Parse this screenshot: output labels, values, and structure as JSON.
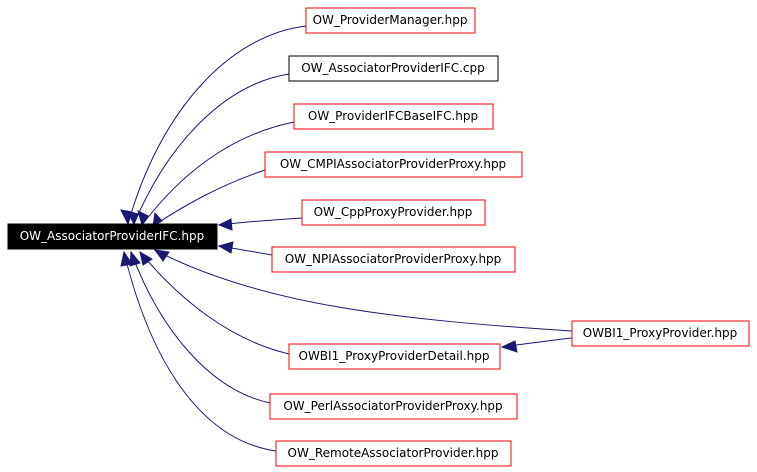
{
  "colors": {
    "edge": "#191970",
    "node_border": "#ff0000",
    "root_fill": "#000000",
    "root_text": "#ffffff"
  },
  "root": {
    "label": "OW_AssociatorProviderIFC.hpp"
  },
  "nodes": [
    {
      "label": "OW_ProviderManager.hpp"
    },
    {
      "label": "OW_AssociatorProviderIFC.cpp"
    },
    {
      "label": "OW_ProviderIFCBaseIFC.hpp"
    },
    {
      "label": "OW_CMPIAssociatorProviderProxy.hpp"
    },
    {
      "label": "OW_CppProxyProvider.hpp"
    },
    {
      "label": "OW_NPIAssociatorProviderProxy.hpp"
    },
    {
      "label": "OWBI1_ProxyProvider.hpp"
    },
    {
      "label": "OWBI1_ProxyProviderDetail.hpp"
    },
    {
      "label": "OW_PerlAssociatorProviderProxy.hpp"
    },
    {
      "label": "OW_RemoteAssociatorProvider.hpp"
    }
  ],
  "edges": [
    {
      "from": "OW_ProviderManager.hpp",
      "to": "OW_AssociatorProviderIFC.hpp"
    },
    {
      "from": "OW_AssociatorProviderIFC.cpp",
      "to": "OW_AssociatorProviderIFC.hpp"
    },
    {
      "from": "OW_ProviderIFCBaseIFC.hpp",
      "to": "OW_AssociatorProviderIFC.hpp"
    },
    {
      "from": "OW_CMPIAssociatorProviderProxy.hpp",
      "to": "OW_AssociatorProviderIFC.hpp"
    },
    {
      "from": "OW_CppProxyProvider.hpp",
      "to": "OW_AssociatorProviderIFC.hpp"
    },
    {
      "from": "OW_NPIAssociatorProviderProxy.hpp",
      "to": "OW_AssociatorProviderIFC.hpp"
    },
    {
      "from": "OWBI1_ProxyProvider.hpp",
      "to": "OW_AssociatorProviderIFC.hpp"
    },
    {
      "from": "OWBI1_ProxyProviderDetail.hpp",
      "to": "OW_AssociatorProviderIFC.hpp"
    },
    {
      "from": "OW_PerlAssociatorProviderProxy.hpp",
      "to": "OW_AssociatorProviderIFC.hpp"
    },
    {
      "from": "OW_RemoteAssociatorProvider.hpp",
      "to": "OW_AssociatorProviderIFC.hpp"
    },
    {
      "from": "OWBI1_ProxyProvider.hpp",
      "to": "OWBI1_ProxyProviderDetail.hpp"
    }
  ]
}
